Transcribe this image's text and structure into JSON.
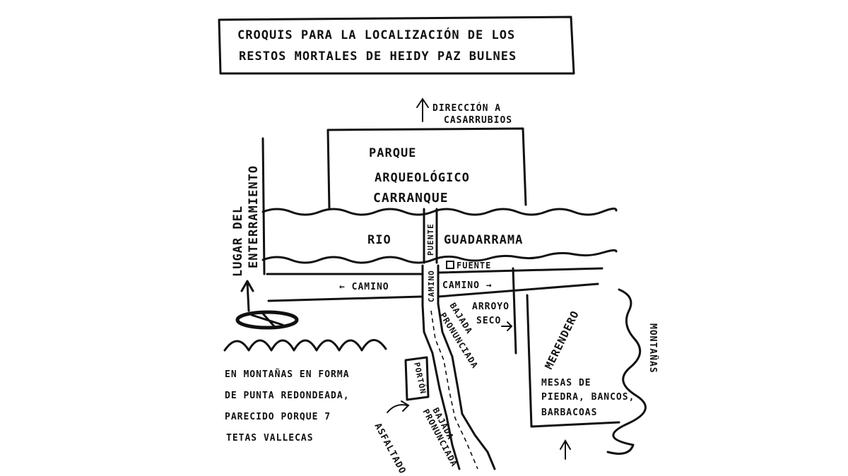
{
  "title": {
    "line1": "CROQUIS PARA LA LOCALIZACIÓN DE LOS",
    "line2": "RESTOS MORTALES DE HEIDY PAZ BULNES"
  },
  "direction": {
    "line1": "DIRECCIÓN A",
    "line2": "CASARRUBIOS"
  },
  "park": {
    "line1": "PARQUE",
    "line2": "ARQUEOLÓGICO",
    "line3": "CARRANQUE"
  },
  "burial_site": {
    "line1": "LUGAR DEL",
    "line2": "ENTERRAMIENTO"
  },
  "river": {
    "word1": "RIO",
    "word2": "GUADARRAMA"
  },
  "bridge": "PUENTE",
  "fountain": "FUENTE",
  "road_west": "← CAMINO",
  "road_center": "CAMINO",
  "road_east": "CAMINO →",
  "dry_creek": {
    "line1": "ARROYO",
    "line2": "SECO"
  },
  "descending_path": {
    "line1": "BAJADA",
    "line2": "PRONUNCIADA"
  },
  "lower_path": {
    "line1": "BAJADA",
    "line2": "PRONUNCIADA"
  },
  "gate": "PORTÓN",
  "asphalt": "ASFALTADO",
  "picnic_area": {
    "title": "MERENDERO",
    "line1": "MESAS DE",
    "line2": "PIEDRA, BANCOS,",
    "line3": "BARBACOAS"
  },
  "mountains": "MONTAÑAS",
  "mountain_note": {
    "line1": "EN MONTAÑAS EN FORMA",
    "line2": "DE PUNTA REDONDEADA,",
    "line3": "PARECIDO PORQUE 7",
    "line4": "TETAS VALLECAS"
  }
}
